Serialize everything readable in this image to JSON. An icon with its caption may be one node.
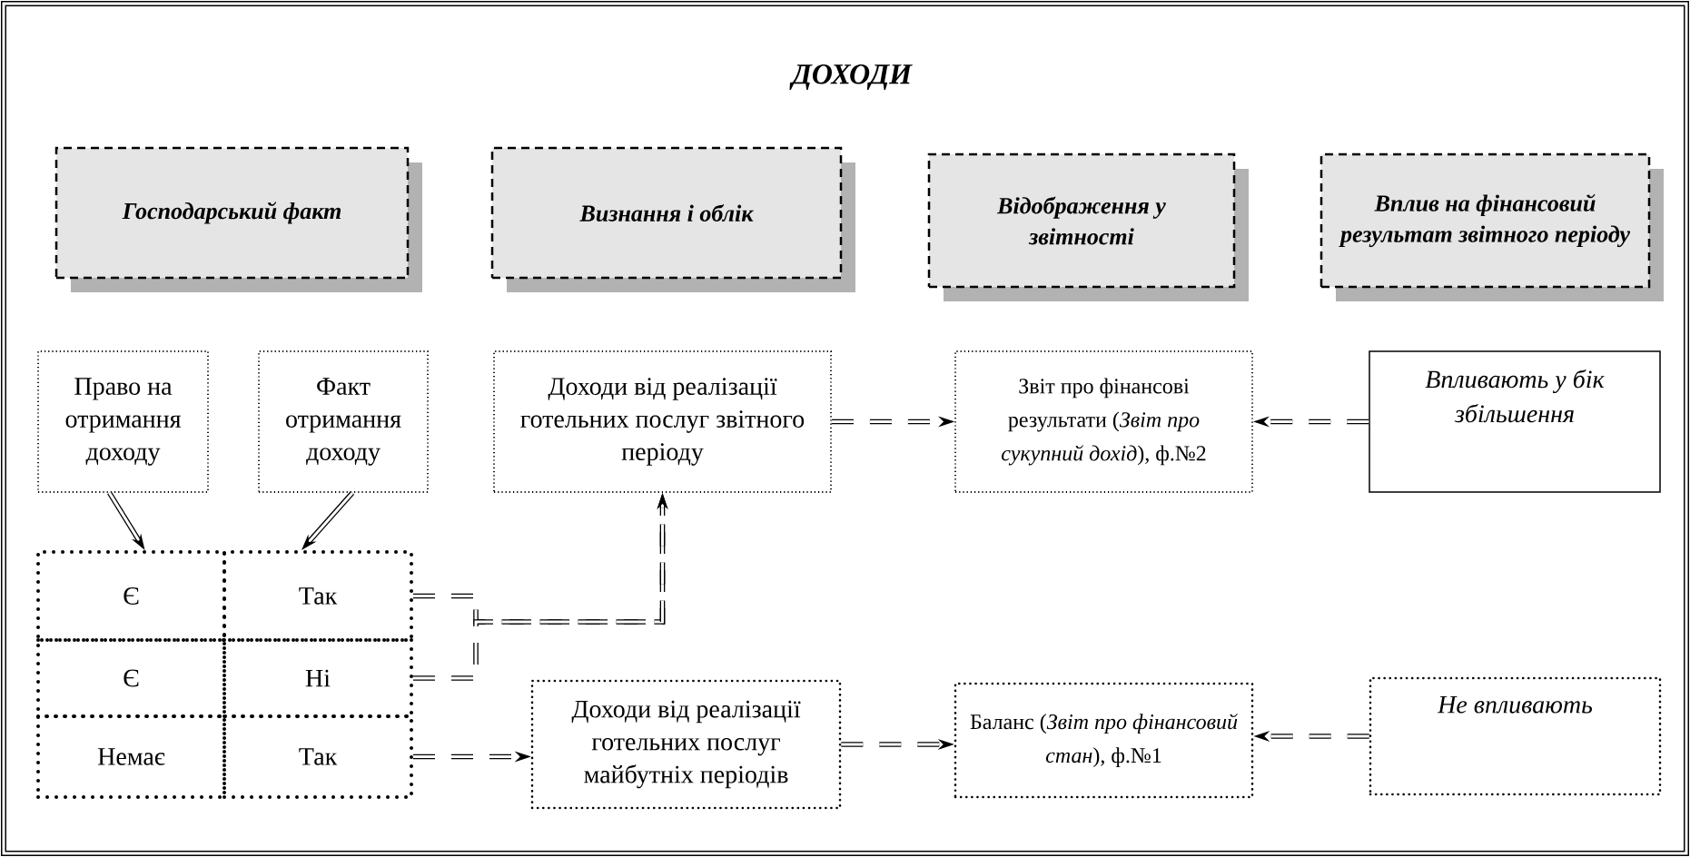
{
  "diagram": {
    "title": "ДОХОДИ",
    "nodes": [
      {
        "text": [
          "Господарський факт"
        ]
      },
      {
        "text": [
          "Визнання і облік"
        ]
      },
      {
        "text": [
          "Відображення у звітності"
        ]
      },
      {
        "text": [
          "Вплив на фінансовий результат звітного періоду"
        ]
      },
      {
        "text": [
          "Право на отримання доходу"
        ]
      },
      {
        "text": [
          "Факт отримання доходу"
        ]
      },
      {
        "text": [
          "Доходи від реалізації готельних послуг звітного періоду"
        ]
      },
      {
        "text": [
          "Звіт про фінансові результати (*Звіт про сукупний дохід*), ф.№2"
        ]
      },
      {
        "text": [
          "Впливають у бік збільшення"
        ]
      },
      {
        "text": [
          "Є"
        ]
      },
      {
        "text": [
          "Так"
        ]
      },
      {
        "text": [
          "Є"
        ]
      },
      {
        "text": [
          "Ні"
        ]
      },
      {
        "text": [
          "Немає"
        ]
      },
      {
        "text": [
          "Так"
        ]
      },
      {
        "text": [
          "Доходи від реалізації готельних послуг майбутніх періодів"
        ]
      },
      {
        "text": [
          "Баланс (*Звіт про фінансовий стан*), ф.№1"
        ]
      },
      {
        "text": [
          "Не впливають"
        ]
      }
    ],
    "edges": [
      {
        "from": 4,
        "to": 9,
        "arrow": "to"
      },
      {
        "from": 5,
        "to": 10,
        "arrow": "to"
      },
      {
        "from": 10,
        "to": 6,
        "arrow": "to",
        "style": "dashed"
      },
      {
        "from": 12,
        "to": 6,
        "arrow": "to",
        "style": "dashed"
      },
      {
        "from": 14,
        "to": 15,
        "arrow": "to",
        "style": "dashed"
      },
      {
        "from": 6,
        "to": 7,
        "arrow": "to",
        "style": "dashed"
      },
      {
        "from": 8,
        "to": 7,
        "arrow": "to",
        "style": "dashed"
      },
      {
        "from": 15,
        "to": 16,
        "arrow": "to",
        "style": "dashed"
      },
      {
        "from": 17,
        "to": 16,
        "arrow": "to",
        "style": "dashed"
      }
    ]
  }
}
